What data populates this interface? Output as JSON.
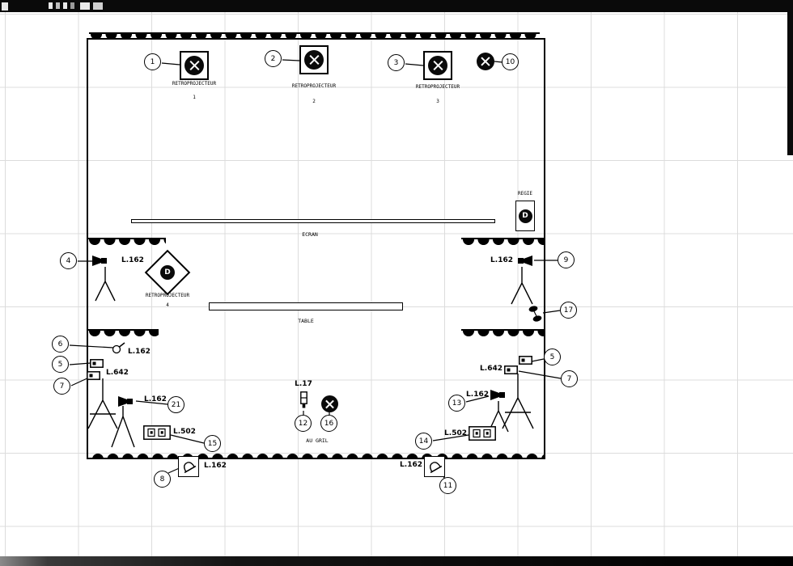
{
  "plan": {
    "ecran": "ECRAN",
    "table": "TABLE",
    "au_gril": "AU GRIL",
    "retro_label": "RETROPROJECTEUR",
    "regie": {
      "label": "REGIE",
      "symbol": "D"
    },
    "projectors": [
      {
        "num": "1"
      },
      {
        "num": "2"
      },
      {
        "num": "3"
      },
      {
        "num": "4",
        "symbol": "D"
      }
    ],
    "callouts": {
      "k1": "1",
      "k2": "2",
      "k3": "3",
      "k10": "10",
      "k4": "4",
      "k9": "9",
      "k17": "17",
      "k6": "6",
      "k5l": "5",
      "k7l": "7",
      "k21": "21",
      "k15": "15",
      "k8": "8",
      "k12": "12",
      "k16": "16",
      "k13": "13",
      "k5r": "5",
      "k7r": "7",
      "k14": "14",
      "k11": "11"
    },
    "lamps": {
      "f4": "L.162",
      "f9": "L.162",
      "f6": "L.162",
      "f7l": "L.642",
      "f21": "L.162",
      "f15": "L.502",
      "f8": "L.162",
      "f12": "L.17",
      "f13": "L.162",
      "f7r": "L.642",
      "f14": "L.502",
      "f11": "L.162"
    },
    "colors": {
      "ink": "#000000",
      "paper": "#ffffff",
      "chrome": "#0a0a0a"
    }
  }
}
